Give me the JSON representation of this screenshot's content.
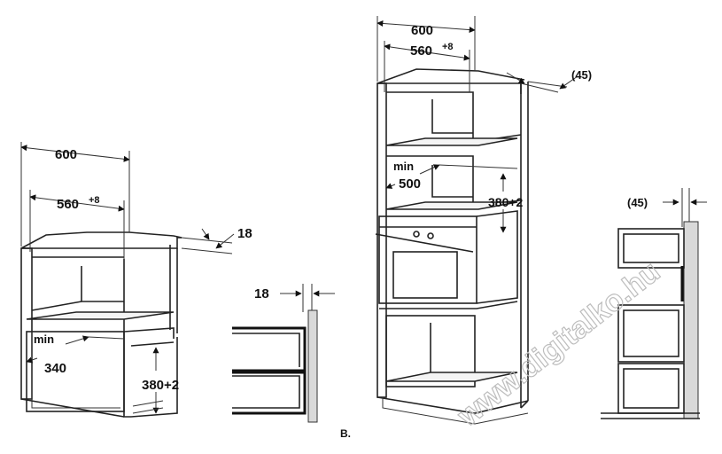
{
  "left_cabinet": {
    "width_outer": "600",
    "width_inner": "560",
    "width_inner_tol": "+8",
    "panel_thickness": "18",
    "min_label": "min",
    "depth_min": "340",
    "height_opening": "380+2"
  },
  "left_section": {
    "thickness": "18"
  },
  "tall_cabinet": {
    "width_outer": "600",
    "width_inner": "560",
    "width_inner_tol": "+8",
    "gap": "(45)",
    "min_label": "min",
    "depth_min": "500",
    "height_opening": "380+2",
    "figure_label": "B."
  },
  "right_section": {
    "gap": "(45)"
  },
  "watermark": {
    "text": "www.digitalko.hu"
  }
}
